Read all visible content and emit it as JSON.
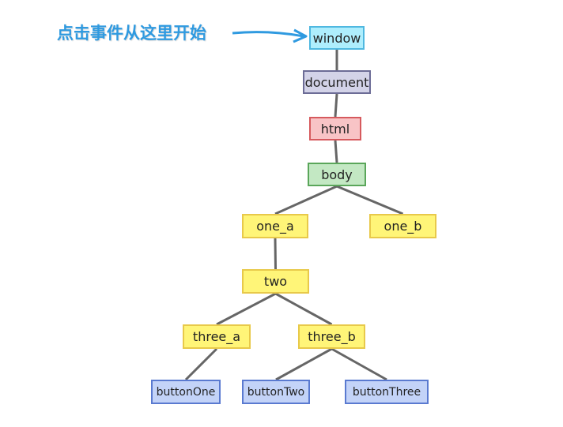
{
  "annotation": {
    "text": "点击事件从这里开始",
    "color": "#2f9ae0"
  },
  "nodes": {
    "window": {
      "label": "window",
      "fill": "#aeeefd",
      "stroke": "#4fb8e0"
    },
    "document": {
      "label": "document",
      "fill": "#d3d3e8",
      "stroke": "#6c6c96"
    },
    "html": {
      "label": "html",
      "fill": "#f8c4c6",
      "stroke": "#d65a5e"
    },
    "body": {
      "label": "body",
      "fill": "#c3e8c3",
      "stroke": "#5aa65a"
    },
    "one_a": {
      "label": "one_a",
      "fill": "#fff578",
      "stroke": "#e8c94a"
    },
    "one_b": {
      "label": "one_b",
      "fill": "#fff578",
      "stroke": "#e8c94a"
    },
    "two": {
      "label": "two",
      "fill": "#fff578",
      "stroke": "#e8c94a"
    },
    "three_a": {
      "label": "three_a",
      "fill": "#fff578",
      "stroke": "#e8c94a"
    },
    "three_b": {
      "label": "three_b",
      "fill": "#fff578",
      "stroke": "#e8c94a"
    },
    "buttonOne": {
      "label": "buttonOne",
      "fill": "#c3d3f8",
      "stroke": "#5a7ad0"
    },
    "buttonTwo": {
      "label": "buttonTwo",
      "fill": "#c3d3f8",
      "stroke": "#5a7ad0"
    },
    "buttonThree": {
      "label": "buttonThree",
      "fill": "#c3d3f8",
      "stroke": "#5a7ad0"
    }
  },
  "edges": [
    [
      "window",
      "document"
    ],
    [
      "document",
      "html"
    ],
    [
      "html",
      "body"
    ],
    [
      "body",
      "one_a"
    ],
    [
      "body",
      "one_b"
    ],
    [
      "one_a",
      "two"
    ],
    [
      "two",
      "three_a"
    ],
    [
      "two",
      "three_b"
    ],
    [
      "three_a",
      "buttonOne"
    ],
    [
      "three_b",
      "buttonTwo"
    ],
    [
      "three_b",
      "buttonThree"
    ]
  ],
  "colors": {
    "edge": "#666666",
    "arrow": "#2f9ae0"
  }
}
